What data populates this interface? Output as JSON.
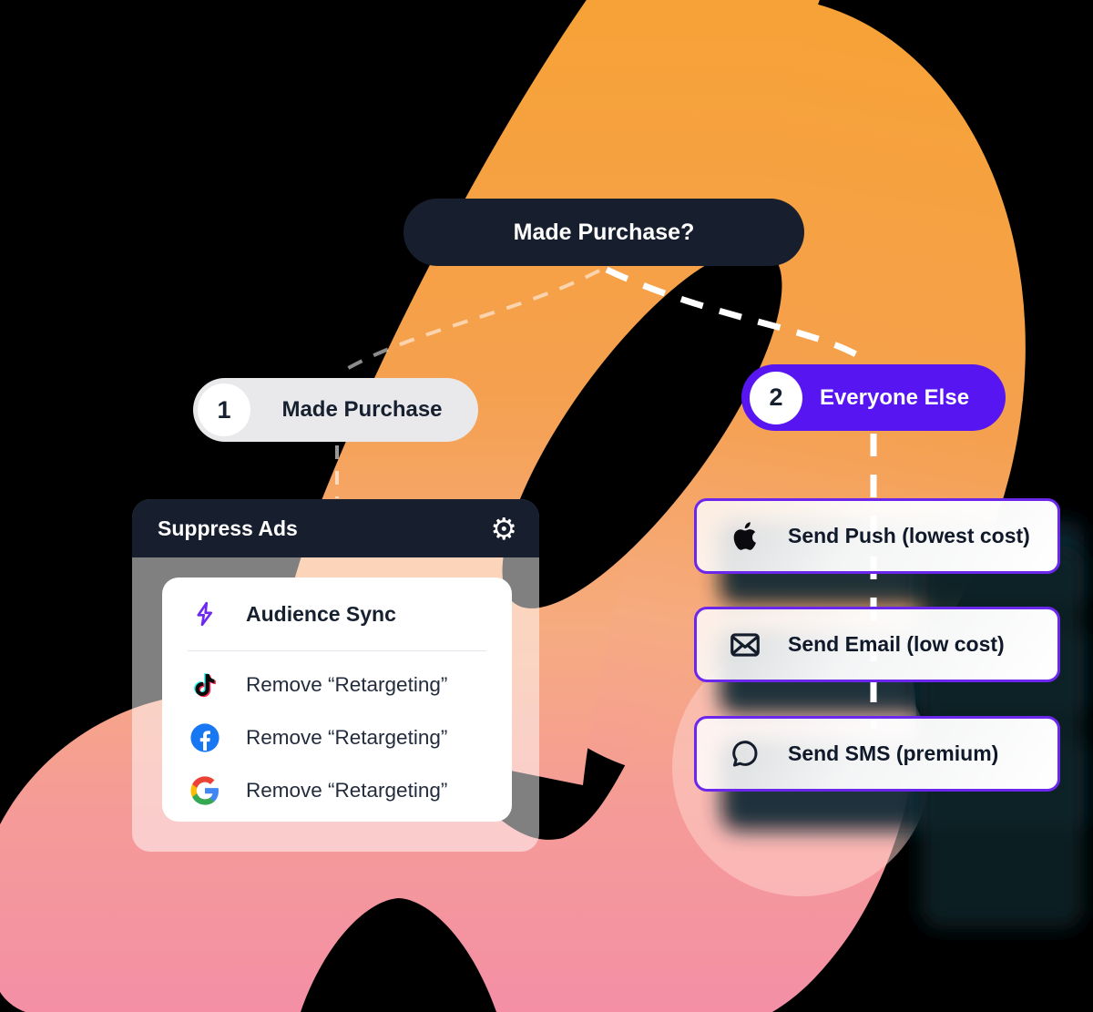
{
  "flow": {
    "question": {
      "label": "Made Purchase?"
    },
    "branches": [
      {
        "number": "1",
        "label": "Made Purchase"
      },
      {
        "number": "2",
        "label": "Everyone Else"
      }
    ]
  },
  "suppress_card": {
    "title": "Suppress Ads",
    "rows": [
      {
        "icon": "lightning-icon",
        "label": "Audience Sync"
      },
      {
        "icon": "tiktok-icon",
        "label": "Remove “Retargeting”"
      },
      {
        "icon": "facebook-icon",
        "label": "Remove “Retargeting”"
      },
      {
        "icon": "google-icon",
        "label": "Remove “Retargeting”"
      }
    ]
  },
  "action_cards": [
    {
      "icon": "apple-icon",
      "label": "Send Push (lowest cost)"
    },
    {
      "icon": "envelope-icon",
      "label": "Send Email (low cost)"
    },
    {
      "icon": "chat-bubble-icon",
      "label": "Send SMS (premium)"
    }
  ],
  "icons": {
    "gear": "⚙"
  },
  "colors": {
    "navy": "#171F2F",
    "accent_purple": "#5715F2",
    "card_border_purple": "#6B28EC",
    "gray_pill": "#E9E9EC",
    "orange_top": "#F7A237",
    "pink_bottom": "#F48FA6",
    "connector_white": "#FFFFFF"
  }
}
